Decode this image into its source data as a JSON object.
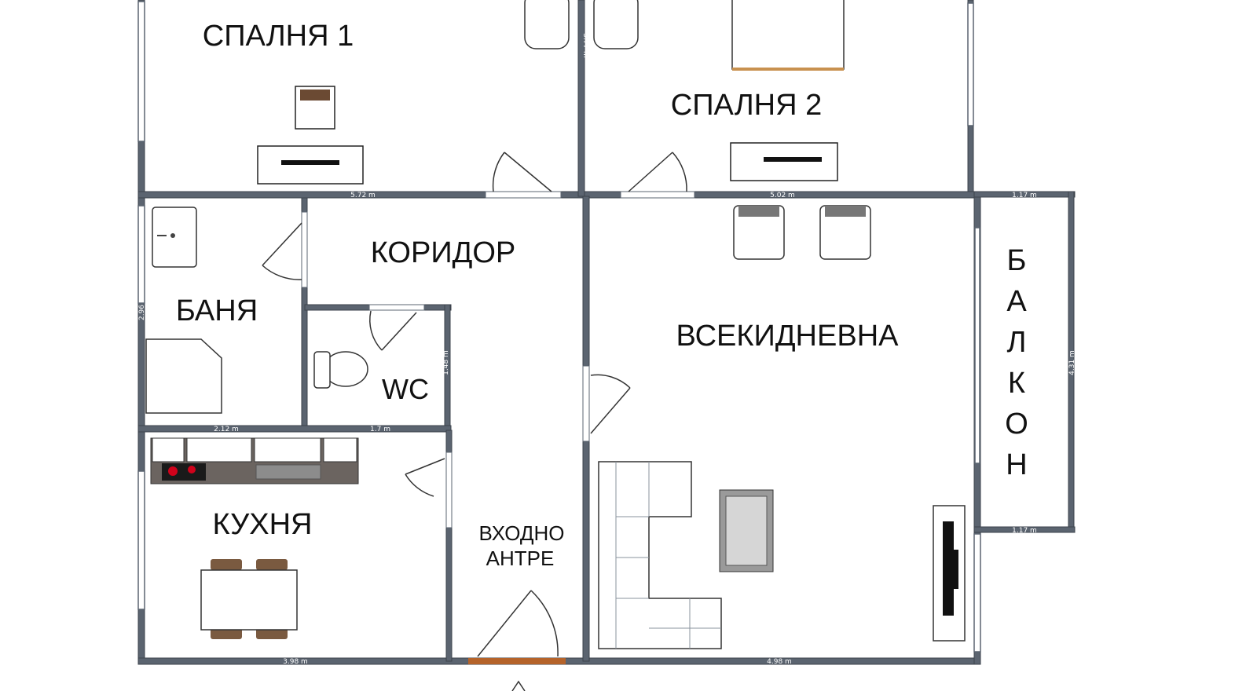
{
  "rooms": {
    "bedroom1": "СПАЛНЯ 1",
    "bedroom2": "СПАЛНЯ 2",
    "corridor": "КОРИДОР",
    "bathroom": "БАНЯ",
    "wc": "WC",
    "living": "ВСЕКИДНЕВНА",
    "balcony_letters": [
      "Б",
      "А",
      "Л",
      "К",
      "О",
      "Н"
    ],
    "kitchen": "КУХНЯ",
    "entrance_line1": "ВХОДНО",
    "entrance_line2": "АНТРЕ"
  },
  "dimensions": {
    "bedroom1_width": "5.72 m",
    "bedroom2_width": "5.02 m",
    "balcony_top": "1.17 m",
    "balcony_bottom": "1.17 m",
    "balcony_height": "4.31 m",
    "partition_height": "3.77 m",
    "bath_height": "2.96",
    "bath_width": "2.12 m",
    "wc_width": "1.7 m",
    "wc_height_left": "1.48 m",
    "wc_height_right": "1.48 m",
    "kitchen_width": "3.98 m",
    "living_width": "4.98 m"
  },
  "colors": {
    "wall": "#5b6470",
    "hob_burner": "#d0021b",
    "counter": "#6b6460",
    "door_threshold": "#b5632a",
    "table_chair": "#7a5a40"
  }
}
